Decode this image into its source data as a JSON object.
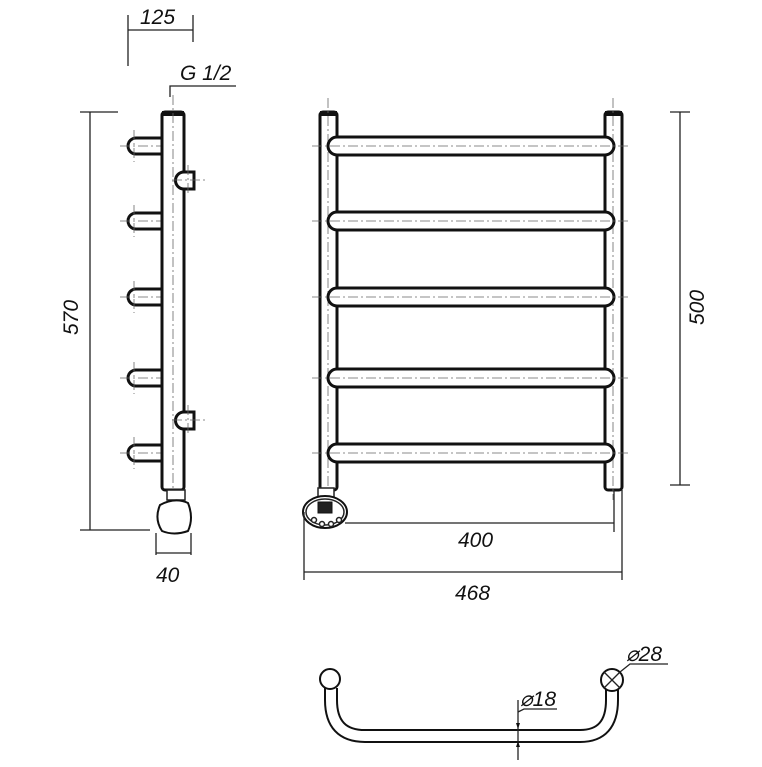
{
  "drawing": {
    "dims": {
      "depth": "125",
      "thread": "G 1/2",
      "height_total": "570",
      "heater_width": "40",
      "height_axis": "500",
      "width_axis": "400",
      "width_total": "468",
      "bar_diameter": "⌀18",
      "pipe_diameter": "⌀28"
    },
    "bar_count": 5,
    "colors": {
      "line": "#111111",
      "background": "#ffffff"
    }
  }
}
